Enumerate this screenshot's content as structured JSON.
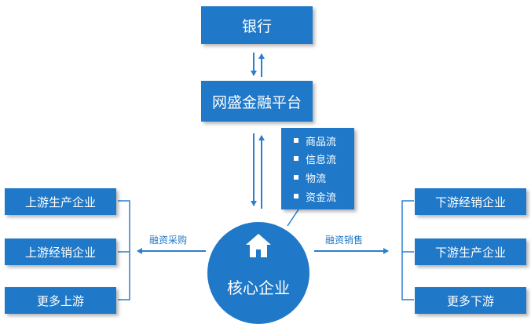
{
  "top": {
    "bank": "银行",
    "platform": "网盛金融平台"
  },
  "flows": [
    "商品流",
    "信息流",
    "物流",
    "资金流"
  ],
  "center": {
    "label": "核心企业",
    "icon": "house-icon"
  },
  "left": {
    "edge_label": "融资采购",
    "items": [
      "上游生产企业",
      "上游经销企业",
      "更多上游"
    ]
  },
  "right": {
    "edge_label": "融资销售",
    "items": [
      "下游经销企业",
      "下游生产企业",
      "更多下游"
    ]
  },
  "colors": {
    "primary": "#1f78c8",
    "line": "#2a7fd0"
  }
}
